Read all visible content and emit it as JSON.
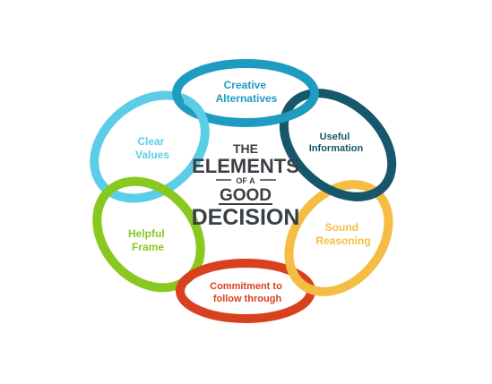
{
  "title": {
    "line1": "THE",
    "line2": "ELEMENTS",
    "line3": "OF A",
    "line4": "GOOD",
    "line5": "DECISION"
  },
  "elements": [
    {
      "id": "creative-alternatives",
      "line1": "Creative",
      "line2": "Alternatives",
      "color": "#1d9bc0"
    },
    {
      "id": "useful-information",
      "line1": "Useful",
      "line2": "Information",
      "color": "#16576c"
    },
    {
      "id": "sound-reasoning",
      "line1": "Sound",
      "line2": "Reasoning",
      "color": "#f5bd43"
    },
    {
      "id": "commitment",
      "line1": "Commitment to",
      "line2": "follow through",
      "color": "#d9401f"
    },
    {
      "id": "helpful-frame",
      "line1": "Helpful",
      "line2": "Frame",
      "color": "#89c91f"
    },
    {
      "id": "clear-values",
      "line1": "Clear",
      "line2": "Values",
      "color": "#5ccde6"
    }
  ],
  "colors": {
    "title": "#3a3f44",
    "background": "#ffffff"
  }
}
